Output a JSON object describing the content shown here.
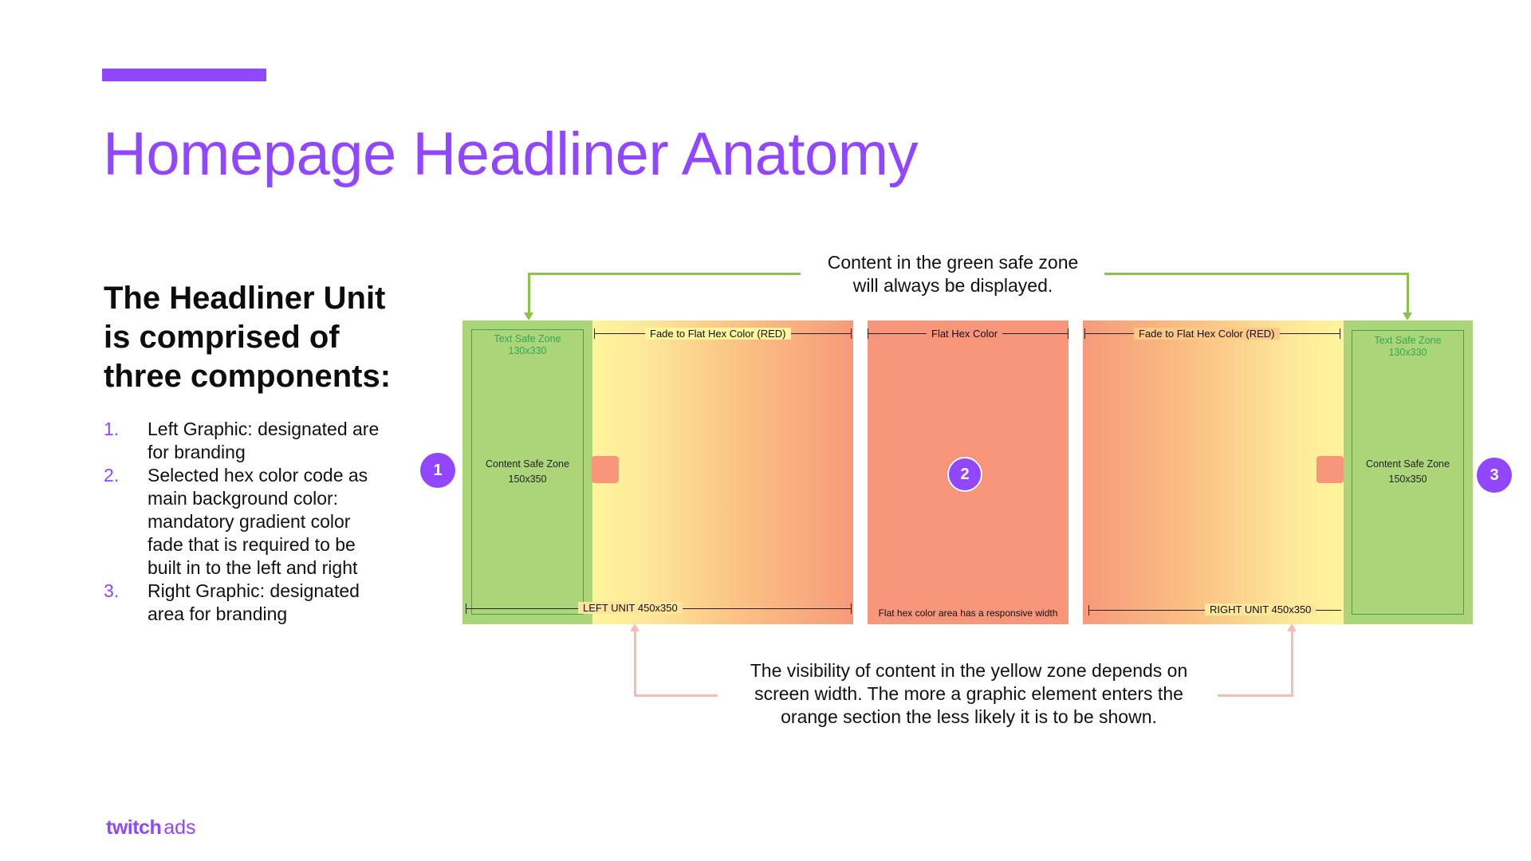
{
  "slide": {
    "title": "Homepage Headliner Anatomy",
    "heading_lines": [
      "The Headliner Unit",
      "is comprised of",
      "three components:"
    ],
    "components": [
      {
        "num": "1.",
        "lines": [
          "Left Graphic: designated are",
          "for branding"
        ]
      },
      {
        "num": "2.",
        "lines": [
          "Selected hex color code as",
          "main background color:",
          "mandatory gradient color",
          "fade that is required to be",
          "built in to the left and right"
        ]
      },
      {
        "num": "3.",
        "lines": [
          "Right Graphic: designated",
          "area for branding"
        ]
      }
    ]
  },
  "diagram": {
    "top_callout": [
      "Content in the green safe zone",
      "will always be displayed."
    ],
    "bottom_callout": [
      "The visibility of content in the yellow zone depends on",
      "screen width. The more a graphic element enters the",
      "orange section the less likely it is to be shown."
    ],
    "left_unit": {
      "text_safe_zone": "Text Safe Zone",
      "text_safe_size": "130x330",
      "content_safe_zone": "Content Safe Zone",
      "content_safe_size": "150x350",
      "fade_label": "Fade to Flat Hex Color (RED)",
      "unit_label": "LEFT UNIT 450x350"
    },
    "center": {
      "label": "Flat Hex Color",
      "note": "Flat hex color area has a responsive width"
    },
    "right_unit": {
      "text_safe_zone": "Text Safe Zone",
      "text_safe_size": "130x330",
      "content_safe_zone": "Content Safe Zone",
      "content_safe_size": "150x350",
      "fade_label": "Fade to Flat Hex Color (RED)",
      "unit_label": "RIGHT UNIT 450x350"
    },
    "badges": [
      "1",
      "2",
      "3"
    ]
  },
  "footer": {
    "brand": "twitch",
    "suffix": "ads"
  },
  "colors": {
    "accent": "#9146ff",
    "safe_green": "#acd57a",
    "flat_red": "#f7967b",
    "fade_yellow": "#fff59c"
  }
}
